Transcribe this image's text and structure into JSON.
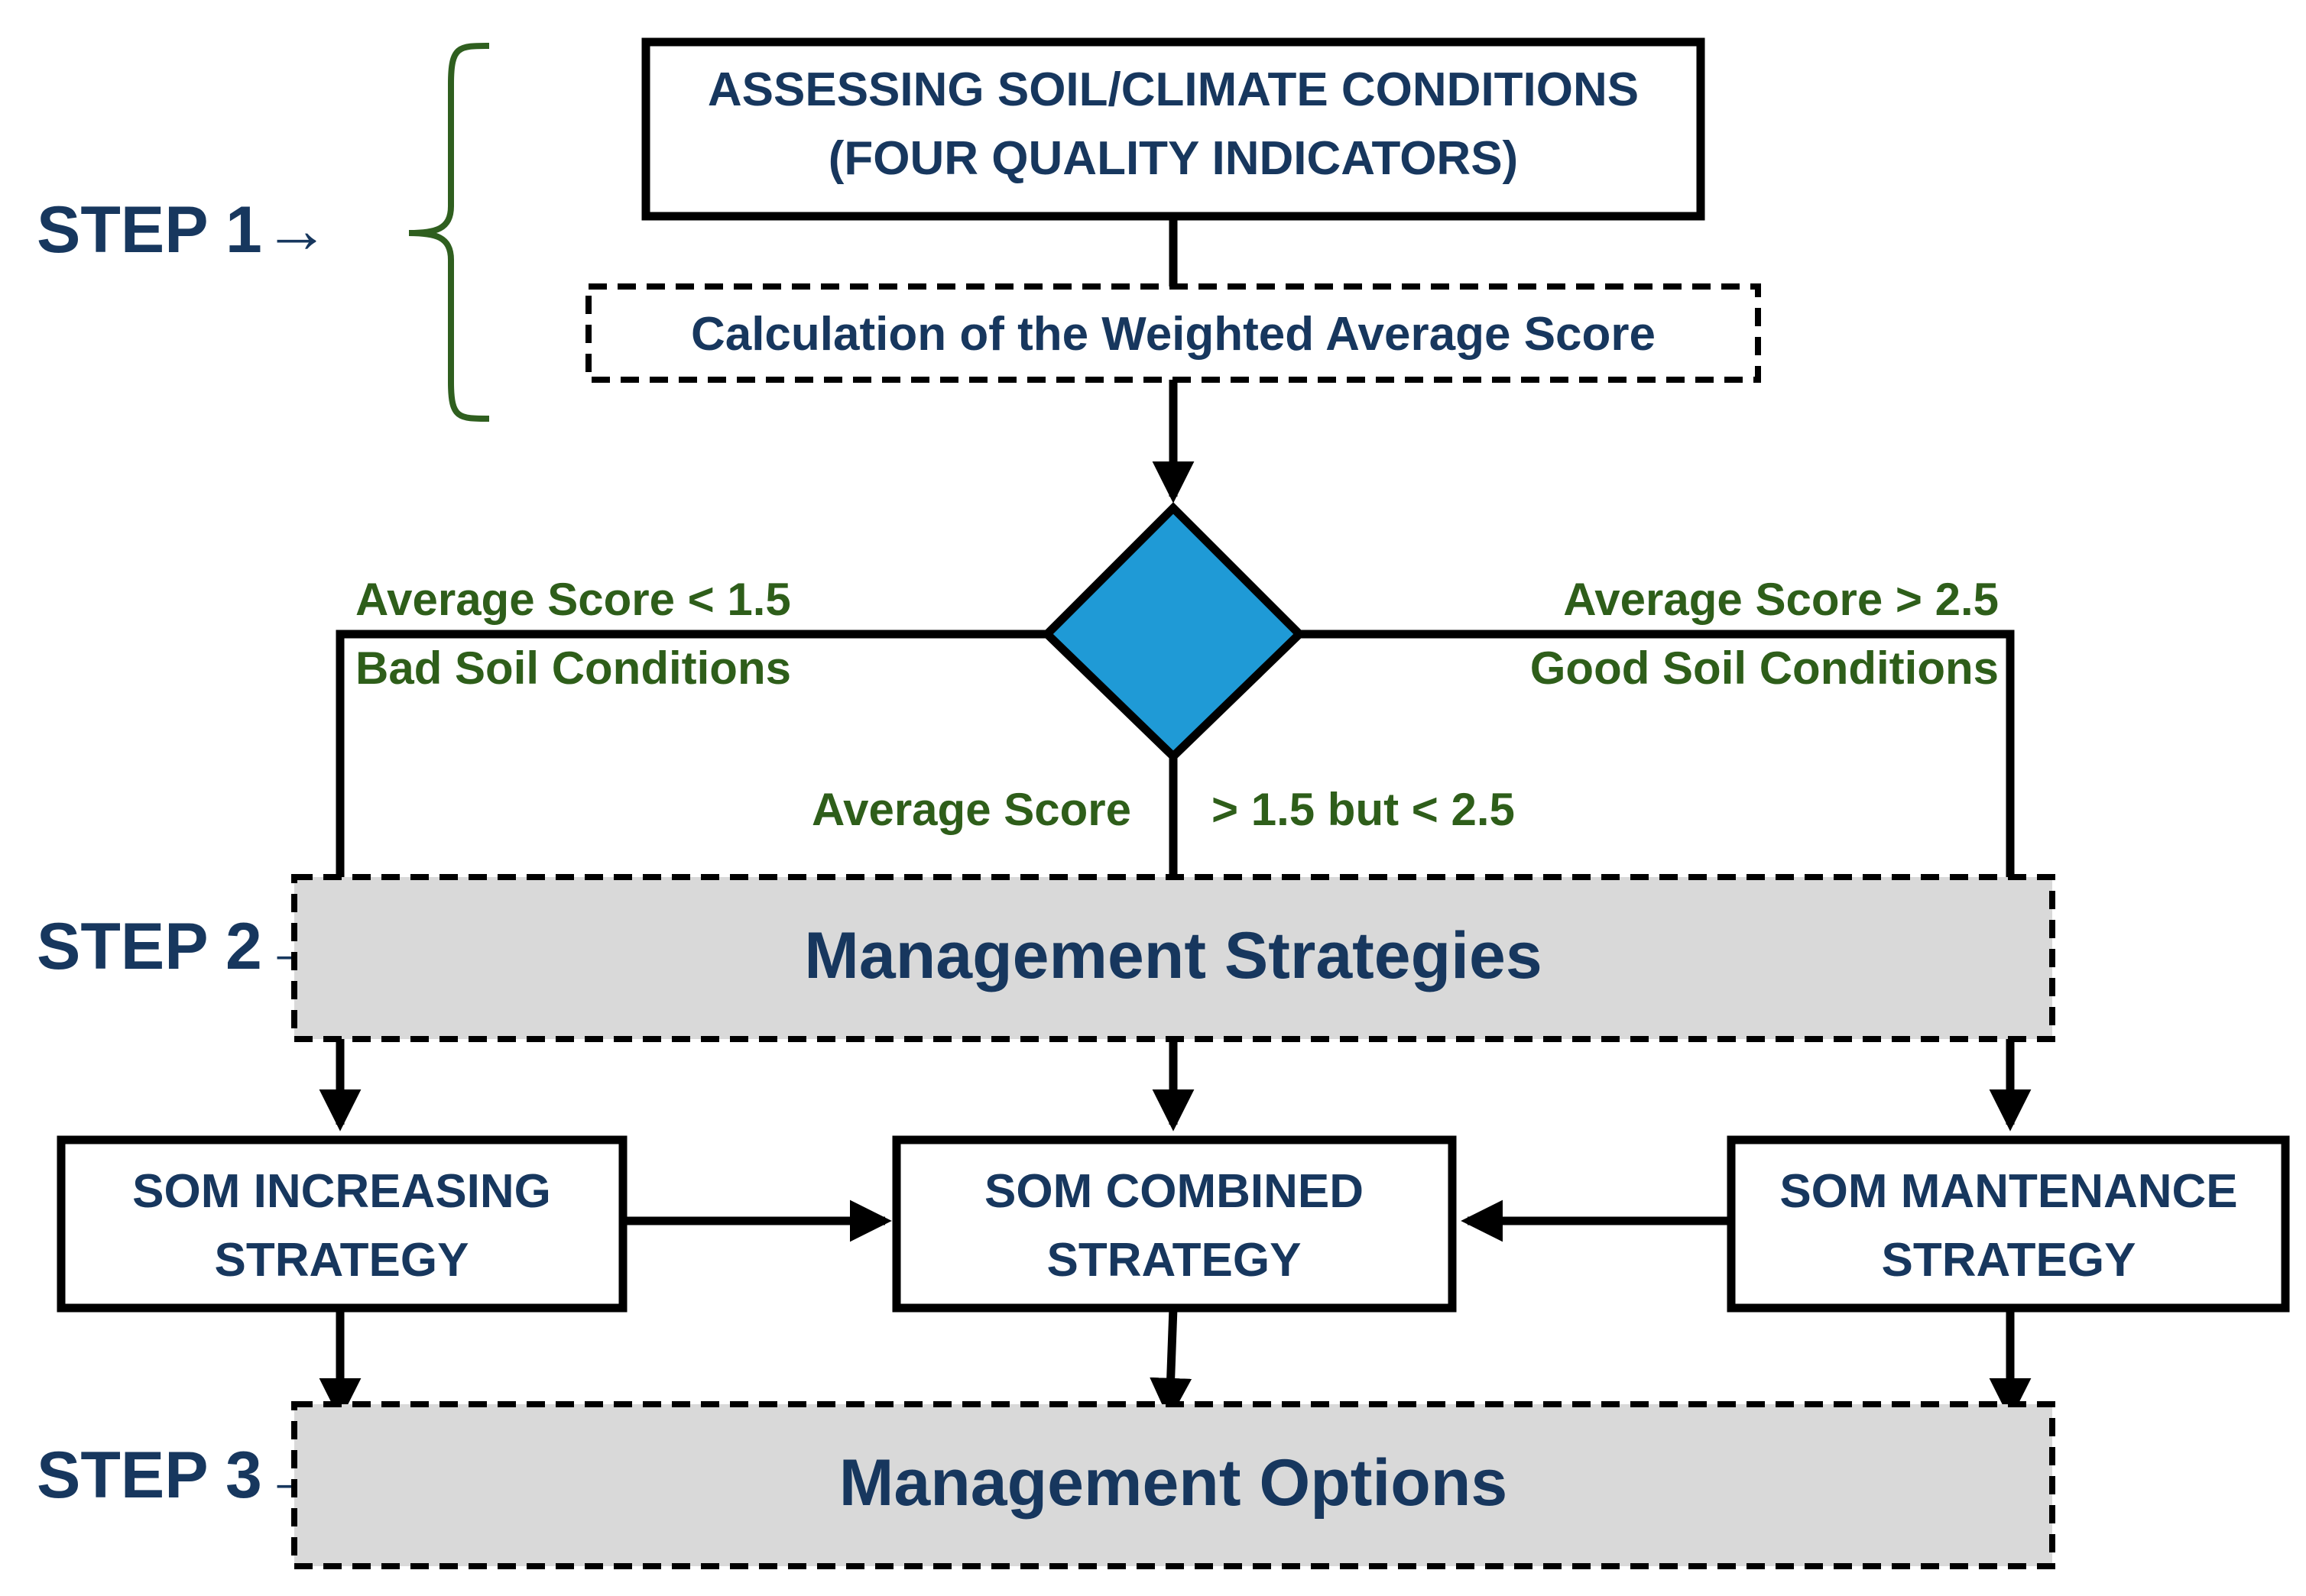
{
  "steps": {
    "step1": "STEP 1",
    "step2": "STEP 2",
    "step3": "STEP 3",
    "arrow_glyph": "→"
  },
  "boxes": {
    "assessing_line1": "ASSESSING SOIL/CLIMATE CONDITIONS",
    "assessing_line2": "(FOUR QUALITY INDICATORS)",
    "calculation": "Calculation of the Weighted Average Score",
    "strategies": "Management Strategies",
    "options": "Management Options",
    "increasing_line1": "SOM INCREASING",
    "increasing_line2": "STRATEGY",
    "combined_line1": "SOM COMBINED",
    "combined_line2": "STRATEGY",
    "maintenance_line1": "SOM MANTENANCE",
    "maintenance_line2": "STRATEGY"
  },
  "conditions": {
    "left_score": "Average Score < 1.5",
    "left_label": "Bad Soil Conditions",
    "right_score": "Average Score > 2.5",
    "right_label": "Good Soil Conditions",
    "middle_left": "Average Score",
    "middle_right": "> 1.5 but < 2.5"
  },
  "colors": {
    "navy_text": "#17375E",
    "green_text": "#2E5E1A",
    "brace_green": "#2F5F1F",
    "diamond_fill": "#1F9AD6",
    "gray_fill": "#D9D9D9",
    "line": "#000000"
  }
}
